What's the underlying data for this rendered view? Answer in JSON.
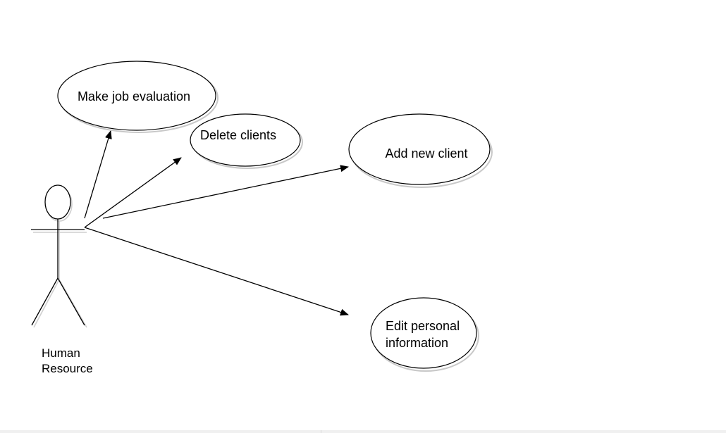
{
  "diagram": {
    "actor": {
      "label_lines": [
        "Human",
        "Resource"
      ]
    },
    "use_cases": [
      {
        "id": "make-job-evaluation",
        "label_lines": [
          "Make job evaluation"
        ]
      },
      {
        "id": "delete-clients",
        "label_lines": [
          "Delete clients"
        ]
      },
      {
        "id": "add-new-client",
        "label_lines": [
          "Add new client"
        ]
      },
      {
        "id": "edit-personal-information",
        "label_lines": [
          "Edit personal",
          "information"
        ]
      }
    ],
    "associations": [
      {
        "from": "actor",
        "to": "make-job-evaluation"
      },
      {
        "from": "actor",
        "to": "delete-clients"
      },
      {
        "from": "actor",
        "to": "add-new-client"
      },
      {
        "from": "actor",
        "to": "edit-personal-information"
      }
    ],
    "colors": {
      "stroke": "#000000",
      "shadow": "#c8c8c8",
      "background": "#ffffff"
    }
  }
}
